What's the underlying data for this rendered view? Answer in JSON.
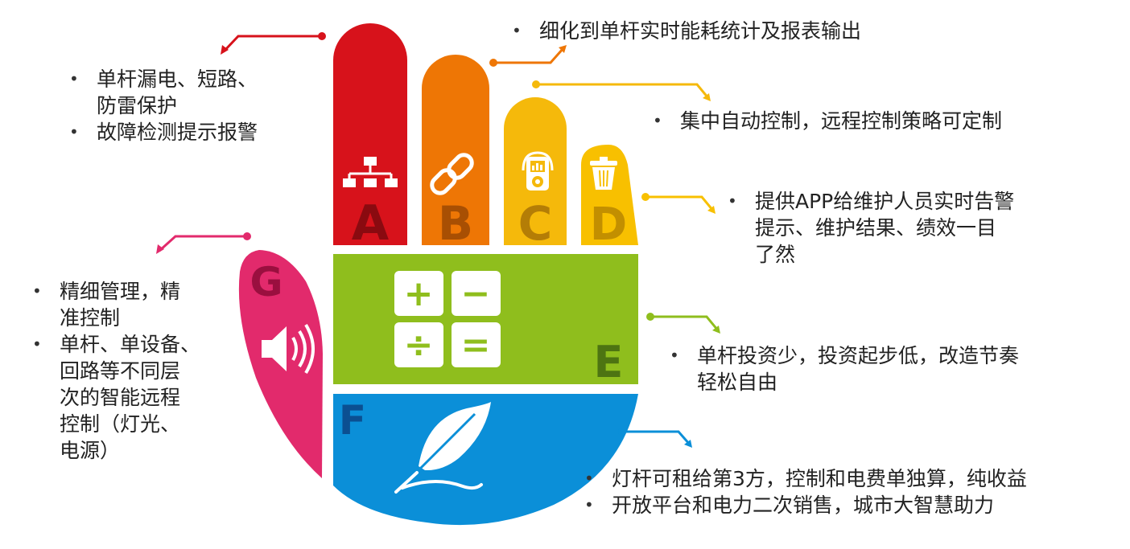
{
  "colors": {
    "A": "#d7121b",
    "B": "#ee7605",
    "C": "#f5b90b",
    "D": "#f8c000",
    "E": "#8fbe1d",
    "F": "#0b8fd8",
    "G": "#e22a6c"
  },
  "letters": {
    "A": "A",
    "B": "B",
    "C": "C",
    "D": "D",
    "E": "E",
    "F": "F",
    "G": "G"
  },
  "icons": {
    "A": "network-icon",
    "B": "chain-link-icon",
    "C": "media-player-icon",
    "D": "trash-bin-icon",
    "E": "calculator-icon",
    "F": "feather-icon",
    "G": "speaker-icon"
  },
  "calc_symbols": [
    "+",
    "−",
    "÷",
    "="
  ],
  "notes": {
    "A": {
      "items": [
        {
          "lines": [
            "单杆漏电、短路、",
            "防雷保护"
          ]
        },
        {
          "lines": [
            "故障检测提示报警"
          ]
        }
      ]
    },
    "B": {
      "items": [
        {
          "lines": [
            "细化到单杆实时能耗统计及报表输出"
          ]
        }
      ]
    },
    "C": {
      "items": [
        {
          "lines": [
            "集中自动控制，远程控制策略可定制"
          ]
        }
      ]
    },
    "D": {
      "items": [
        {
          "lines": [
            "提供APP给维护人员实时告警",
            "提示、维护结果、绩效一目",
            "了然"
          ]
        }
      ]
    },
    "E": {
      "items": [
        {
          "lines": [
            "单杆投资少，投资起步低，改造节奏",
            "轻松自由"
          ]
        }
      ]
    },
    "F": {
      "items": [
        {
          "lines": [
            "灯杆可租给第3方，控制和电费单独算，纯收益"
          ]
        },
        {
          "lines": [
            "开放平台和电力二次销售，城市大智慧助力"
          ]
        }
      ]
    },
    "G": {
      "items": [
        {
          "lines": [
            "精细管理，精",
            "准控制"
          ]
        },
        {
          "lines": [
            "单杆、单设备、",
            "回路等不同层",
            "次的智能远程",
            "控制（灯光、",
            "电源）"
          ]
        }
      ]
    }
  }
}
